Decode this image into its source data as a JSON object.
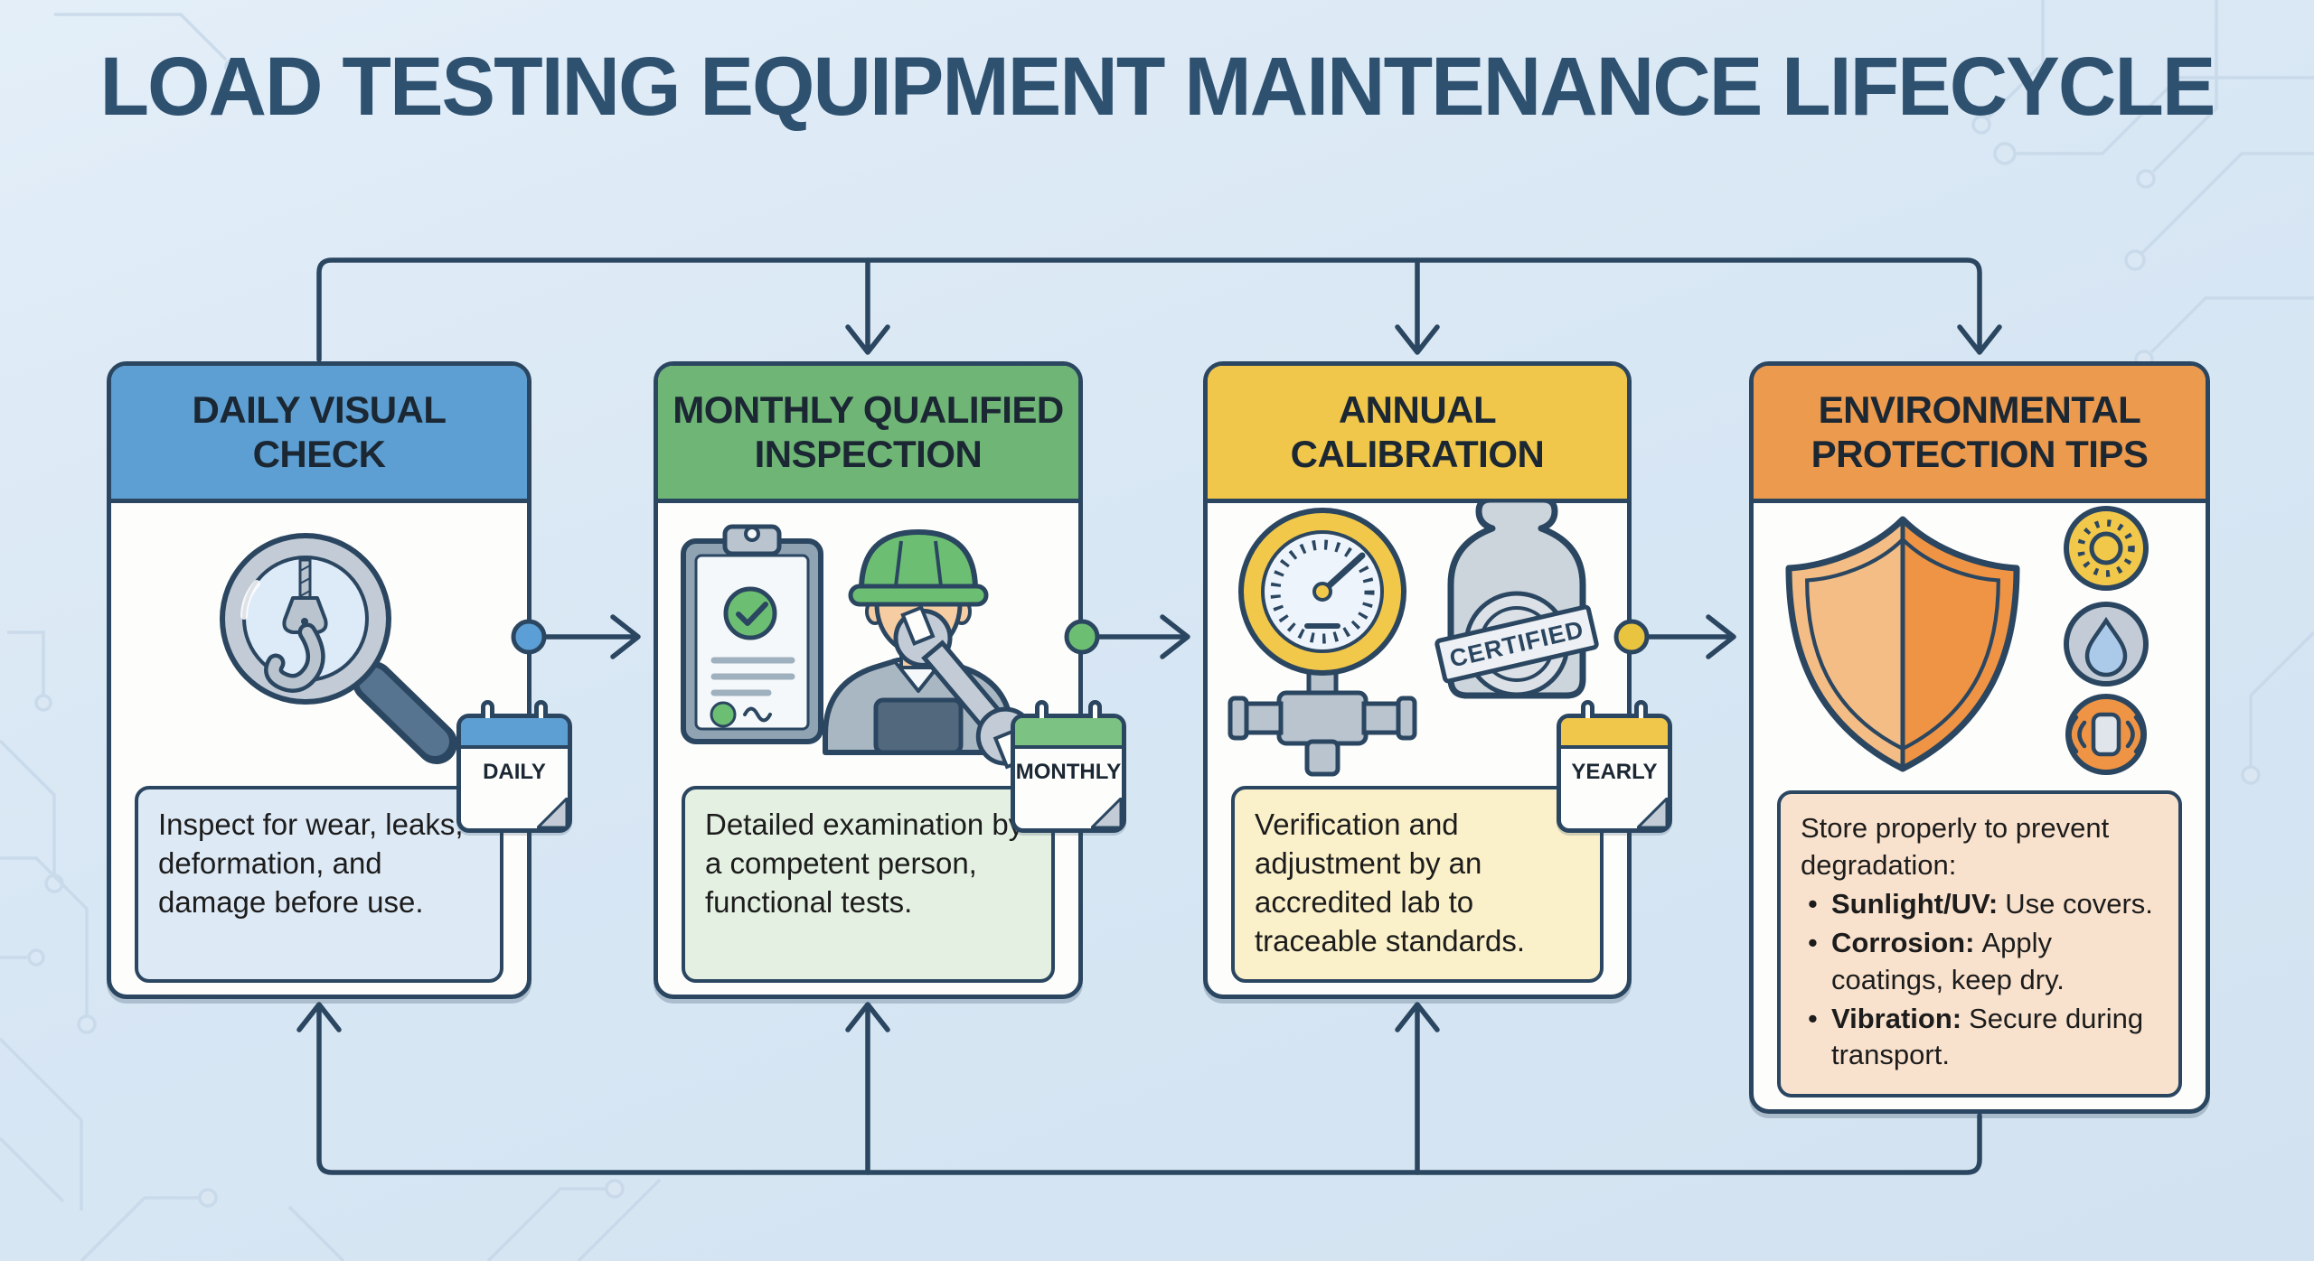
{
  "title": "LOAD TESTING EQUIPMENT MAINTENANCE LIFECYCLE",
  "colors": {
    "background": "#d9e7f3",
    "connector_line": "#2b4660",
    "title_text": "#2f5170",
    "header_text": "#1b2733",
    "body_text": "#1c1c1c",
    "card_border": "#2b4660",
    "card_background": "#fdfdfc"
  },
  "cards": [
    {
      "title": "DAILY VISUAL\nCHECK",
      "header_color": "#5d9fd2",
      "box_color": "#dde9f5",
      "badge": "DAILY",
      "badge_color": "#5d9fd2",
      "dot_color": "#5b9fd6",
      "description": "Inspect for wear, leaks, deformation, and damage before use.",
      "icon": "magnifier-hook"
    },
    {
      "title": "MONTHLY QUALIFIED\nINSPECTION",
      "header_color": "#6fb576",
      "box_color": "#e4f0e1",
      "badge": "MONTHLY",
      "badge_color": "#7cc282",
      "dot_color": "#6cbf72",
      "description": "Detailed examination by a competent person, functional tests.",
      "icon": "inspector-clipboard-wrench"
    },
    {
      "title": "ANNUAL\nCALIBRATION",
      "header_color": "#f1c74b",
      "box_color": "#faf0c9",
      "badge": "YEARLY",
      "badge_color": "#f1c74b",
      "dot_color": "#e9c43e",
      "description": "Verification and adjustment by an accredited lab to traceable standards.",
      "icon": "gauge-certified-weight",
      "stamp_label": "CERTIFIED"
    },
    {
      "title": "ENVIRONMENTAL\nPROTECTION TIPS",
      "header_color": "#ec9a4e",
      "box_color": "#f9e2cd",
      "description_intro": "Store properly to prevent degradation:",
      "bullets": [
        {
          "label": "Sunlight/UV:",
          "text": "Use covers."
        },
        {
          "label": "Corrosion:",
          "text": "Apply coatings, keep dry."
        },
        {
          "label": "Vibration:",
          "text": "Secure during transport."
        }
      ],
      "icon": "shield-environment"
    }
  ]
}
